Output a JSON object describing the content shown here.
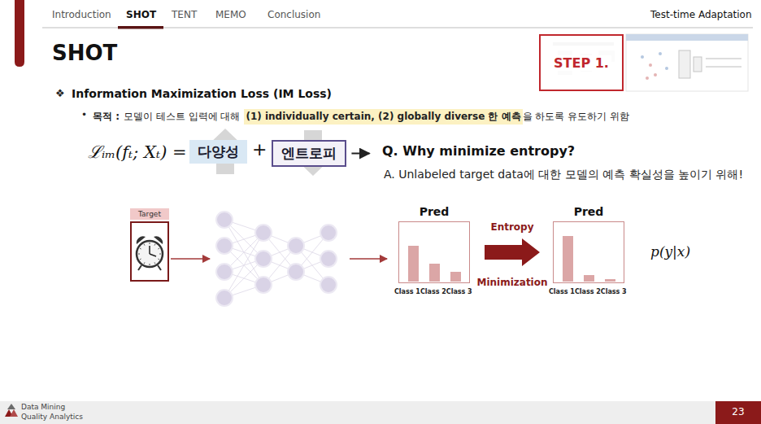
{
  "diagram": {
    "title": "SHOT",
    "nodes": [
      {
        "text": [
          "STEP 1."
        ]
      },
      {
        "text": [
          "다양성"
        ]
      },
      {
        "text": [
          "엔트로피"
        ]
      },
      {
        "text": [
          "Target"
        ]
      },
      {
        "text": [
          "Pred",
          "Class 1",
          "Class 2",
          "Class 3"
        ]
      },
      {
        "text": [
          "Pred",
          "Class 1",
          "Class 2",
          "Class 3"
        ]
      }
    ],
    "edges": [
      {
        "from": 4,
        "to": 5,
        "arrow": "to",
        "label": "Entropy"
      }
    ],
    "labels": [
      "Introduction",
      "SHOT",
      "TENT",
      "MEMO",
      "Conclusion",
      "Test-time Adaptation",
      "❖",
      "Information Maximization Loss (IM Loss)",
      "•",
      "목적 :",
      "모델이 테스트 입력에 대해",
      "(1) individually certain, (2) globally diverse 한 예측",
      "을 하도록 유도하기 위함",
      "ℒᵢₘ(fₜ; Xₜ) =",
      "+",
      "Q. Why minimize entropy?",
      "A. Unlabeled target data에 대한 모델의 예측 확실성을 높이기 위해!",
      "Minimization",
      "p(y|x)",
      "Data Mining",
      "Quality Analytics",
      "23"
    ]
  }
}
